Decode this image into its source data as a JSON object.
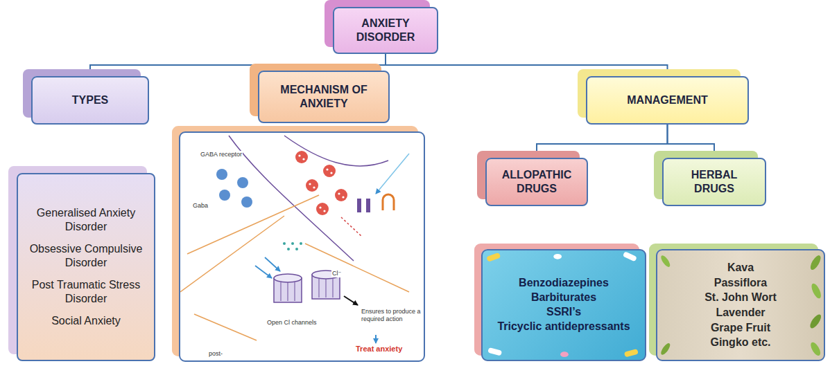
{
  "diagram": {
    "nodes": [
      {
        "text": [
          "ANXIETY DISORDER"
        ]
      },
      {
        "text": [
          "TYPES"
        ]
      },
      {
        "text": [
          "MECHANISM OF ANXIETY"
        ]
      },
      {
        "text": [
          "MANAGEMENT"
        ]
      },
      {
        "text": [
          "ALLOPATHIC DRUGS"
        ]
      },
      {
        "text": [
          "HERBAL DRUGS"
        ]
      },
      {
        "text": [
          "Generalised Anxiety Disorder",
          "Obsessive Compulsive Disorder",
          "Post Traumatic Stress Disorder",
          "Social Anxiety"
        ]
      },
      {
        "text": [
          "Benzodiazepines",
          "Barbiturates",
          "SSRI’s",
          "Tricyclic antidepressants"
        ]
      },
      {
        "text": [
          "Kava",
          "Passiflora",
          "St. John Wort",
          "Lavender",
          "Grape Fruit",
          "Gingko etc."
        ]
      }
    ],
    "edges": [
      {
        "from": 0,
        "to": 1,
        "arrow": "none"
      },
      {
        "from": 0,
        "to": 2,
        "arrow": "none"
      },
      {
        "from": 0,
        "to": 3,
        "arrow": "none"
      },
      {
        "from": 3,
        "to": 4,
        "arrow": "none"
      },
      {
        "from": 3,
        "to": 5,
        "arrow": "none"
      }
    ],
    "labels": [
      "GABA receptor",
      "Gaba",
      "Cl⁻",
      "Open Cl channels",
      "Ensures to produce a required action",
      "Treat anxiety",
      "post-"
    ]
  }
}
